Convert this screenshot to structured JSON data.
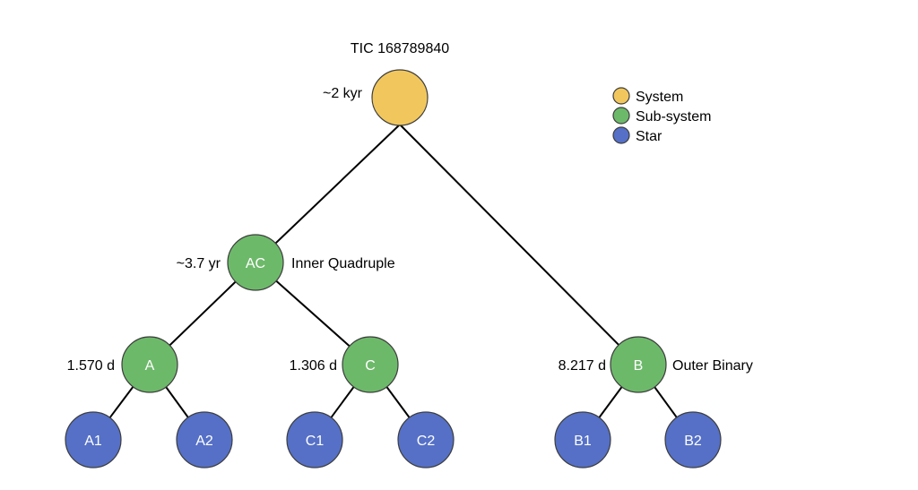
{
  "colors": {
    "system": "#f1c75d",
    "subsystem": "#6db96a",
    "star": "#5570c6",
    "edge": "#000000"
  },
  "root": {
    "title": "TIC 168789840",
    "period": "~2 kyr"
  },
  "inner": {
    "label": "AC",
    "period": "~3.7 yr",
    "description": "Inner Quadruple"
  },
  "pair_a": {
    "label": "A",
    "period": "1.570 d"
  },
  "pair_c": {
    "label": "C",
    "period": "1.306 d"
  },
  "pair_b": {
    "label": "B",
    "period": "8.217 d",
    "description": "Outer Binary"
  },
  "stars": {
    "a1": "A1",
    "a2": "A2",
    "c1": "C1",
    "c2": "C2",
    "b1": "B1",
    "b2": "B2"
  },
  "legend": {
    "system": "System",
    "subsystem": "Sub-system",
    "star": "Star"
  }
}
